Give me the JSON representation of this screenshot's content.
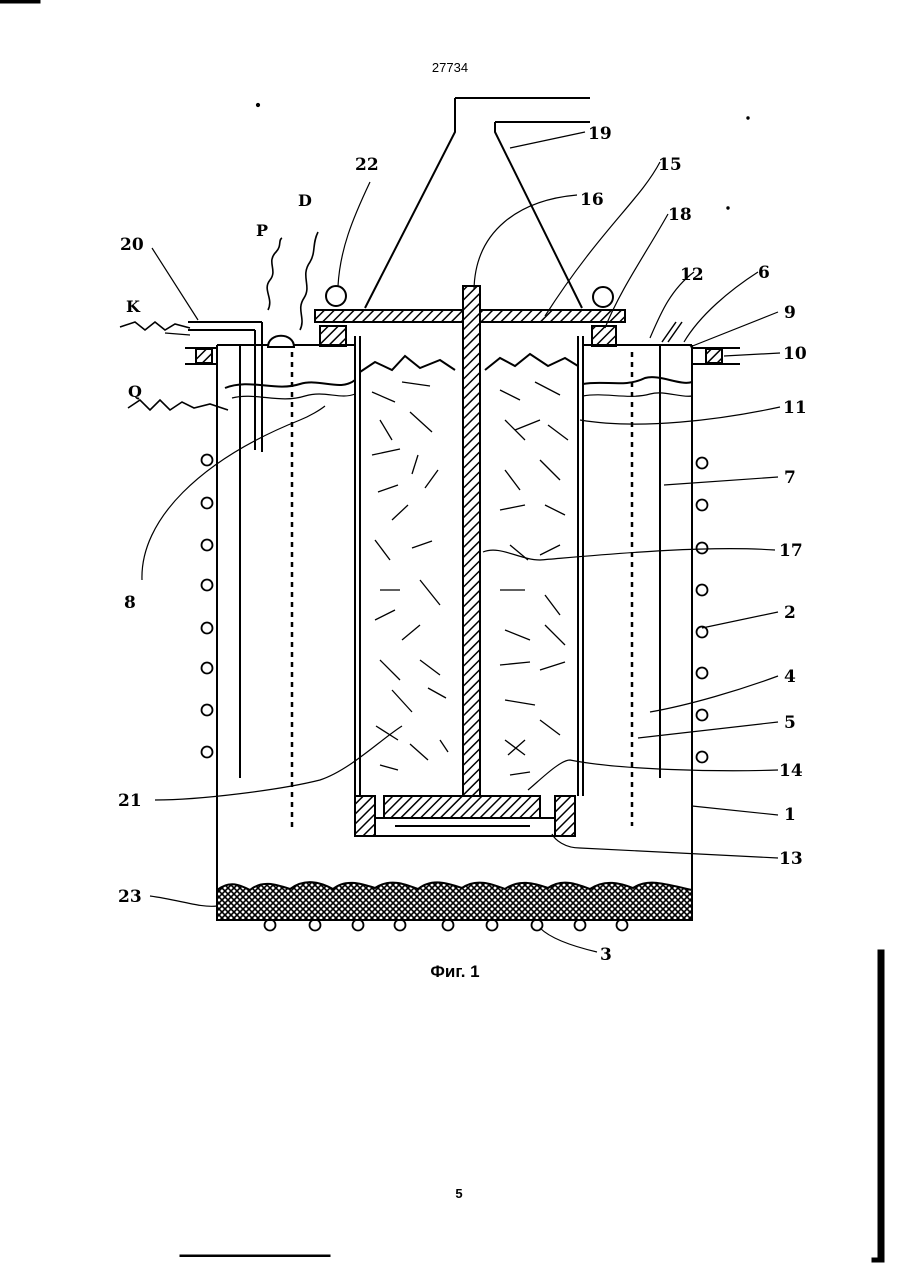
{
  "document": {
    "number": "27734",
    "caption": "Фиг. 1",
    "page_number": "5"
  },
  "labels": {
    "l1": "1",
    "l2": "2",
    "l3": "3",
    "l4": "4",
    "l5": "5",
    "l6": "6",
    "l7": "7",
    "l8": "8",
    "l9": "9",
    "l10": "10",
    "l11": "11",
    "l12": "12",
    "l13": "13",
    "l14": "14",
    "l15": "15",
    "l16": "16",
    "l17": "17",
    "l18": "18",
    "l19": "19",
    "l20": "20",
    "l21": "21",
    "l22": "22",
    "l23": "23",
    "K": "K",
    "P": "P",
    "D": "D",
    "Q": "Q"
  },
  "colors": {
    "ink": "#000000",
    "paper": "#ffffff"
  }
}
